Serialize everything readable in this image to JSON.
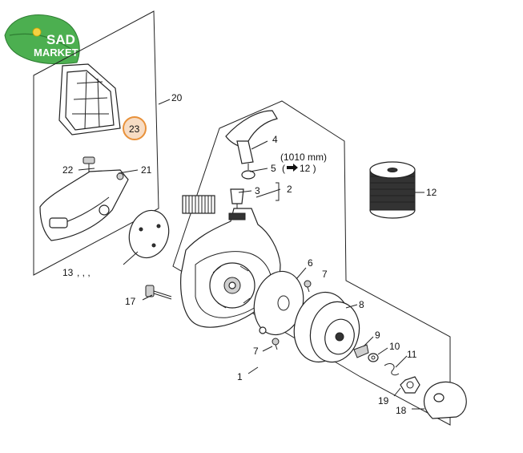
{
  "logo": {
    "line1": "SAD",
    "line2": "MARKET",
    "green": "#4caf50"
  },
  "highlight_color": "#e8913a",
  "labels": {
    "p1": "1",
    "p2": "2",
    "p3": "3",
    "p4": "4",
    "p5": "5",
    "p6": "6",
    "p7a": "7",
    "p7b": "7",
    "p8": "8",
    "p9": "9",
    "p10": "10",
    "p11": "11",
    "p12": "12",
    "p13": "13",
    "p13_commas": ",   ,   ,",
    "p17": "17",
    "p18": "18",
    "p19": "19",
    "p20": "20",
    "p21": "21",
    "p22": "22",
    "p23": "23"
  },
  "note": {
    "length": "(1010 mm)",
    "ref": "12 )",
    "arrow_prefix": "("
  }
}
